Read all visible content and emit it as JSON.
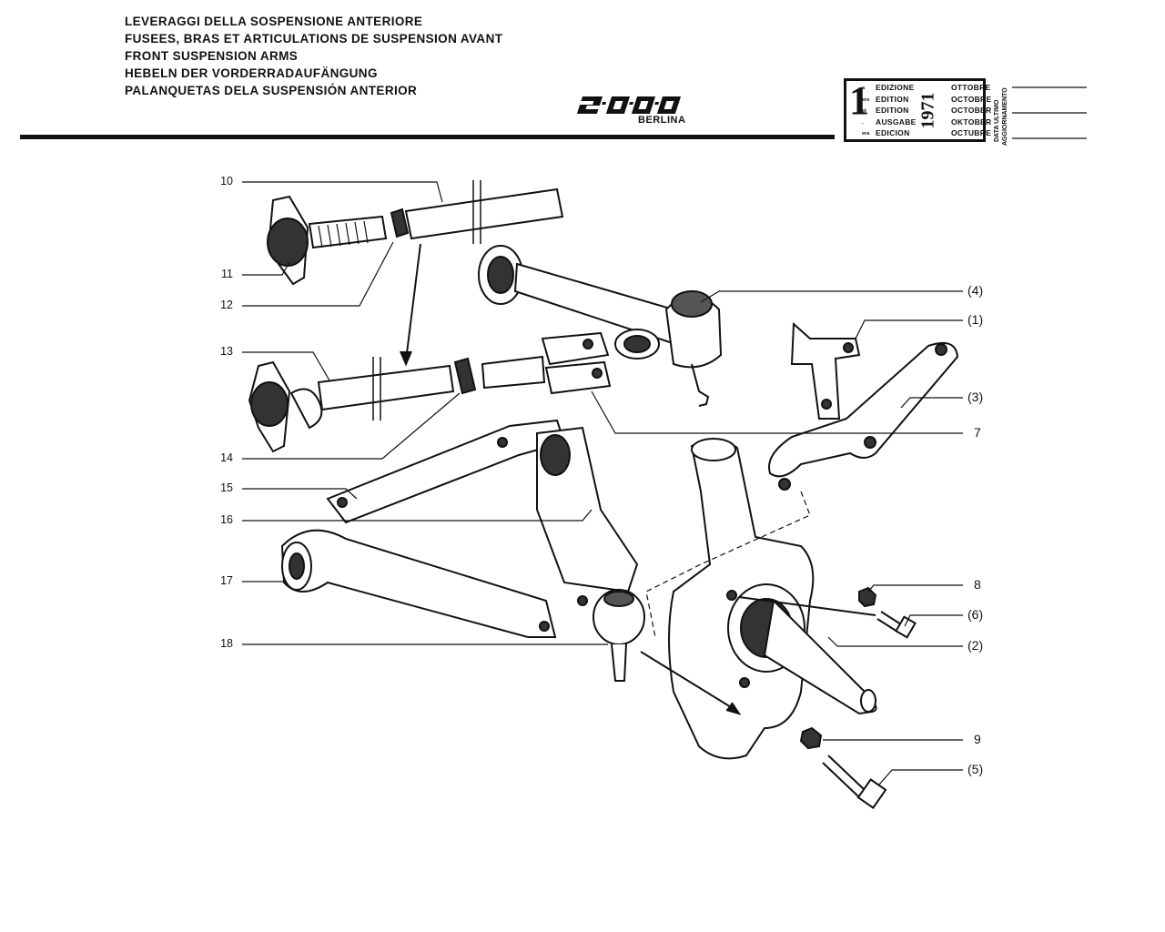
{
  "header": {
    "titles": [
      "LEVERAGGI DELLA SOSPENSIONE ANTERIORE",
      "FUSEES, BRAS ET ARTICULATIONS DE SUSPENSION AVANT",
      "FRONT SUSPENSION ARMS",
      "HEBELN DER VORDERRADAUFÄNGUNG",
      "PALANQUETAS DELA SUSPENSIÓN ANTERIOR"
    ],
    "model": "2000",
    "model_sub": "BERLINA"
  },
  "edition": {
    "number": "1",
    "suffixes": [
      "a",
      "ere",
      "st",
      ".",
      "era"
    ],
    "labels": [
      "EDIZIONE",
      "EDITION",
      "EDITION",
      "AUSGABE",
      "EDICION"
    ],
    "year": "1971",
    "months": [
      "OTTOBRE",
      "OCTOBRE",
      "OCTOBER",
      "OKTOBER",
      "OCTUBRE"
    ],
    "update_label_1": "DATA ULTIMO",
    "update_label_2": "AGGIORNAMENTO"
  },
  "callouts_left": [
    "10",
    "11",
    "12",
    "13",
    "14",
    "15",
    "16",
    "17",
    "18"
  ],
  "callouts_right": [
    "(4)",
    "(1)",
    "(3)",
    "7",
    "8",
    "(6)",
    "(2)",
    "9",
    "(5)"
  ]
}
